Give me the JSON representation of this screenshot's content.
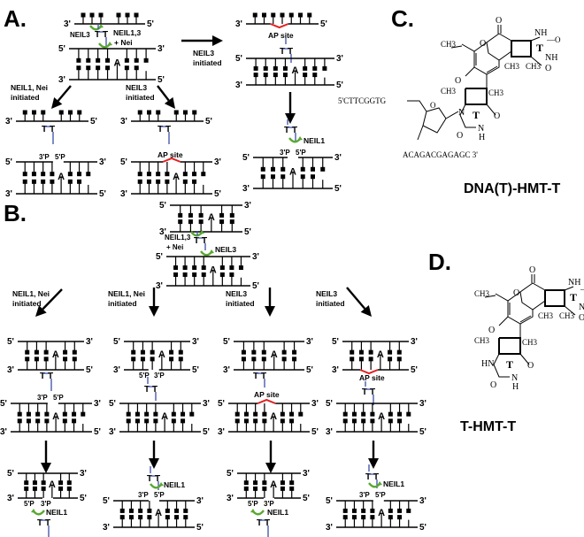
{
  "panels": {
    "A": {
      "label": "A."
    },
    "B": {
      "label": "B."
    },
    "C": {
      "label": "C.",
      "caption": "DNA(T)-HMT-T",
      "seq5": "5'CTTCGGTG",
      "seq3": "ACAGACGAGAGC 3'"
    },
    "D": {
      "label": "D.",
      "caption": "T-HMT-T"
    }
  },
  "ends": {
    "five": "5'",
    "three": "3'"
  },
  "base_label": "A",
  "lesion_label": "T-T",
  "ap_site": "AP site",
  "phosphate": {
    "three": "3'P",
    "five": "5'P"
  },
  "enzymes": {
    "neil3": "NEIL3",
    "neil13": "NEIL1,3",
    "nei": "+ Nei",
    "neil1": "NEIL1"
  },
  "pathways": {
    "neil1_nei": [
      "NEIL1, Nei",
      "initiated"
    ],
    "neil3": [
      "NEIL3",
      "initiated"
    ]
  },
  "chem": {
    "ch3": "CH3",
    "o": "O",
    "nh": "NH",
    "hn": "HN",
    "n": "N",
    "h": "H",
    "t": "T"
  },
  "colors": {
    "strand": "#000000",
    "lesion_link": "#3b4ea8",
    "ap_site": "#e02020",
    "enzyme_arrow": "#5aa832"
  }
}
